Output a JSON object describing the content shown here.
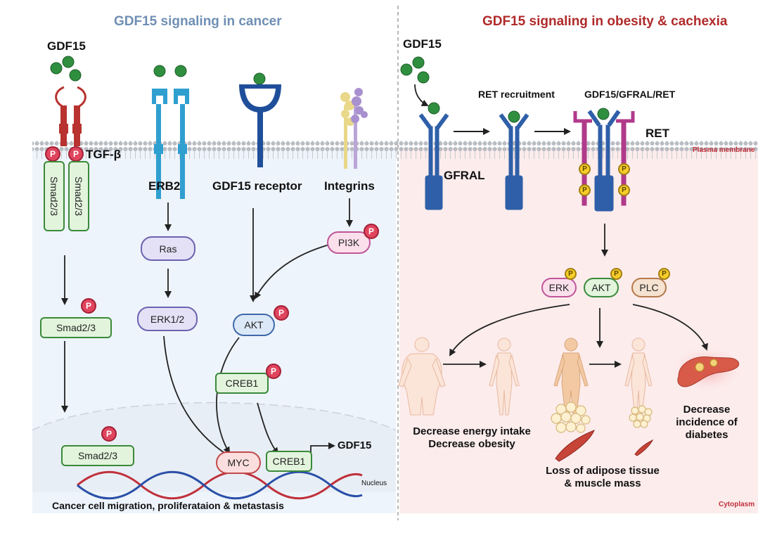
{
  "titles": {
    "left": "GDF15 signaling in cancer",
    "right": "GDF15 signaling in obesity & cachexia"
  },
  "left": {
    "ligand_label": "GDF15",
    "receptors": {
      "tgfb": "TGF-β",
      "erb2": "ERB2",
      "gdf15r": "GDF15 receptor",
      "integrins": "Integrins"
    },
    "smad_vertical": [
      "Smad2/3",
      "Smad2/3"
    ],
    "nodes": {
      "smad_mid": "Smad2/3",
      "smad_nuc": "Smad2/3",
      "ras": "Ras",
      "erk": "ERK1/2",
      "pi3k": "PI3K",
      "akt": "AKT",
      "creb_cyto": "CREB1",
      "myc": "MYC",
      "creb_nuc": "CREB1"
    },
    "gene_output": "GDF15",
    "nucleus_label": "Nucleus",
    "outcome": "Cancer cell migration, proliferataion & metastasis"
  },
  "right": {
    "ligand_label": "GDF15",
    "receptor_label": "GFRAL",
    "ret_recruitment": "RET recruitment",
    "complex_label": "GDF15/GFRAL/RET",
    "ret_label": "RET",
    "membrane_label": "Plasma membrane",
    "kinases": [
      "ERK",
      "AKT",
      "PLC"
    ],
    "outcome_energy": [
      "Decrease energy intake",
      "Decrease obesity"
    ],
    "outcome_tissue": [
      "Loss of adipose tissue",
      "& muscle mass"
    ],
    "outcome_diabetes": [
      "Decrease",
      "incidence of",
      "diabetes"
    ],
    "cytoplasm_label": "Cytoplasm"
  },
  "phospho_label": "P",
  "colors": {
    "left_bg": "#eef4fb",
    "right_bg": "#fcecec",
    "left_title": "#6f8fb4",
    "right_title": "#b02a2a",
    "gdf15_ball": "#2f8f3f",
    "tgfb_receptor": "#b8322f",
    "erb2_receptor": "#2f9fd0",
    "gdf15_receptor": "#1f4f9a",
    "gfral_receptor": "#2f5fa8",
    "ret_receptor": "#b03a8a",
    "phospho_red": "#e0455e",
    "phospho_yellow": "#f6cd2a"
  }
}
